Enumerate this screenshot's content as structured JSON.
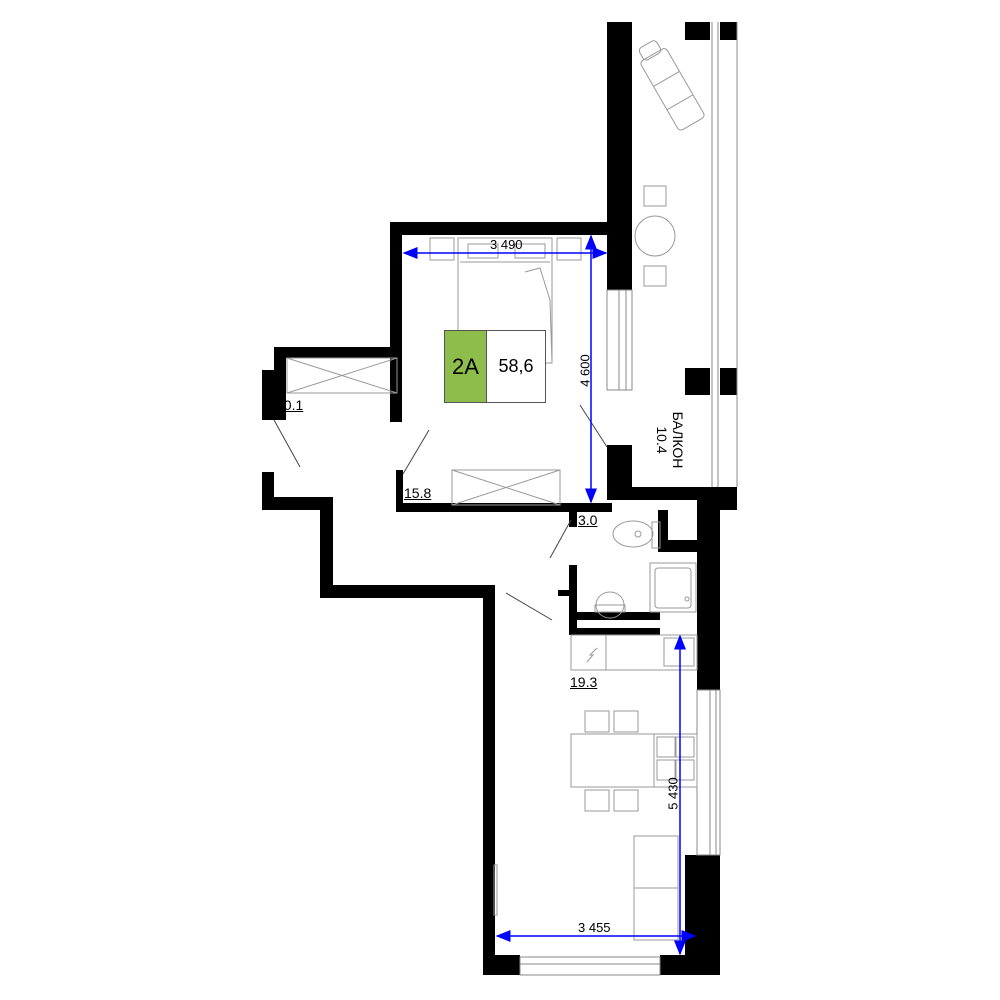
{
  "apartment": {
    "code": "2A",
    "total_area": "58,6",
    "accent_color": "#8ebd4b"
  },
  "rooms": {
    "hall": "10.1",
    "bedroom": "15.8",
    "bathroom": "3.0",
    "kitchen_living": "19.3",
    "balcony_name": "БАЛКОН",
    "balcony_area": "10.4"
  },
  "dimensions": {
    "bedroom_width": "3 490",
    "bedroom_length": "4 600",
    "living_width": "3 455",
    "living_length": "5 430",
    "dimension_color": "#0000ff"
  }
}
